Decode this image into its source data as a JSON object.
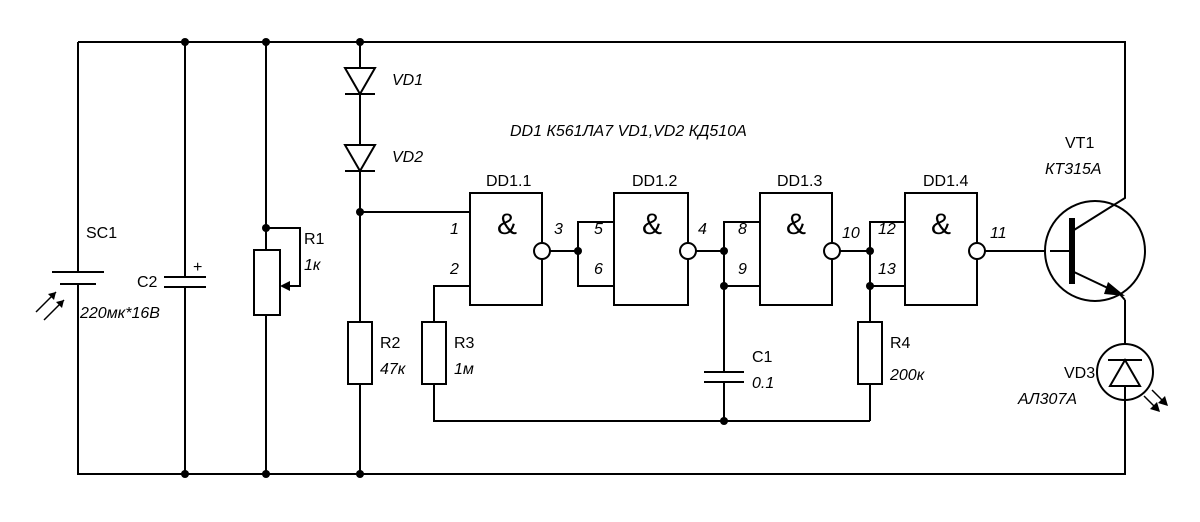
{
  "header_note": "DD1 К561ЛА7  VD1,VD2 КД510А",
  "sc1": {
    "ref": "SC1"
  },
  "c2": {
    "ref": "C2",
    "value": "220мк*16В",
    "polarity": "+"
  },
  "r1": {
    "ref": "R1",
    "value": "1к"
  },
  "vd1": {
    "ref": "VD1"
  },
  "vd2": {
    "ref": "VD2"
  },
  "r2": {
    "ref": "R2",
    "value": "47к"
  },
  "r3": {
    "ref": "R3",
    "value": "1м"
  },
  "r4": {
    "ref": "R4",
    "value": "200к"
  },
  "c1": {
    "ref": "C1",
    "value": "0.1"
  },
  "dd1_1": {
    "ref": "DD1.1",
    "symbol": "&",
    "in_a": "1",
    "in_b": "2",
    "out": "3"
  },
  "dd1_2": {
    "ref": "DD1.2",
    "symbol": "&",
    "in_a": "5",
    "in_b": "6",
    "out": "4"
  },
  "dd1_3": {
    "ref": "DD1.3",
    "symbol": "&",
    "in_a": "8",
    "in_b": "9",
    "out": "10"
  },
  "dd1_4": {
    "ref": "DD1.4",
    "symbol": "&",
    "in_a": "12",
    "in_b": "13",
    "out": "11"
  },
  "vt1": {
    "ref": "VT1",
    "type": "КТ315А"
  },
  "vd3": {
    "ref": "VD3",
    "type": "АЛ307А"
  }
}
